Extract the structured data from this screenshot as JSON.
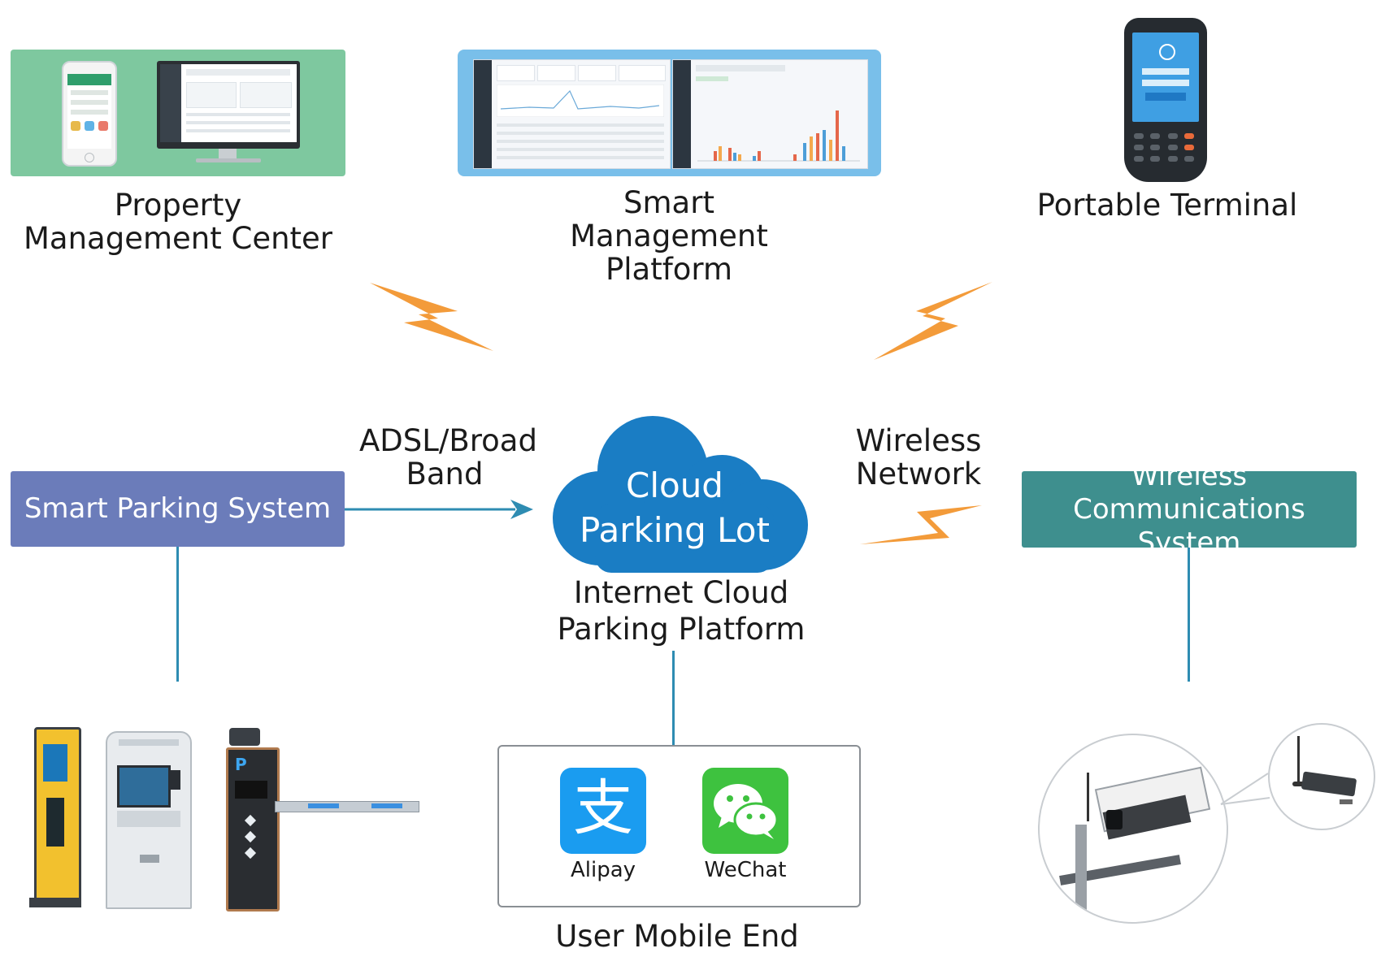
{
  "top": {
    "property_management_center": "Property Management Center",
    "smart_management_platform": "Smart Management Platform",
    "portable_terminal": "Portable Terminal"
  },
  "middle": {
    "smart_parking_system": "Smart Parking System",
    "adsl_broadband": "ADSL/Broad Band",
    "cloud_title": "Cloud Parking Lot",
    "wireless_network": "Wireless Network",
    "wireless_communications_system": "Wireless Communications System",
    "internet_cloud_parking_platform": "Internet Cloud Parking Platform"
  },
  "bottom": {
    "alipay": "Alipay",
    "wechat": "WeChat",
    "user_mobile_end": "User Mobile End"
  },
  "colors": {
    "property_panel": "#7ec89f",
    "platform_panel": "#79bfea",
    "smart_parking_box": "#6b7cba",
    "wireless_box": "#3e8f8e",
    "cloud": "#1a7dc4",
    "connector_line": "#2e8cb2",
    "lightning": "#f39b3a",
    "alipay_blue": "#1a9cf0",
    "wechat_green": "#3ec23f"
  },
  "icons": [
    "lightning-icon",
    "cloud-icon",
    "alipay-icon",
    "wechat-icon",
    "arrow-right-icon",
    "camera-icon",
    "router-icon",
    "phone-icon",
    "kiosk-icon",
    "barrier-gate-icon"
  ]
}
